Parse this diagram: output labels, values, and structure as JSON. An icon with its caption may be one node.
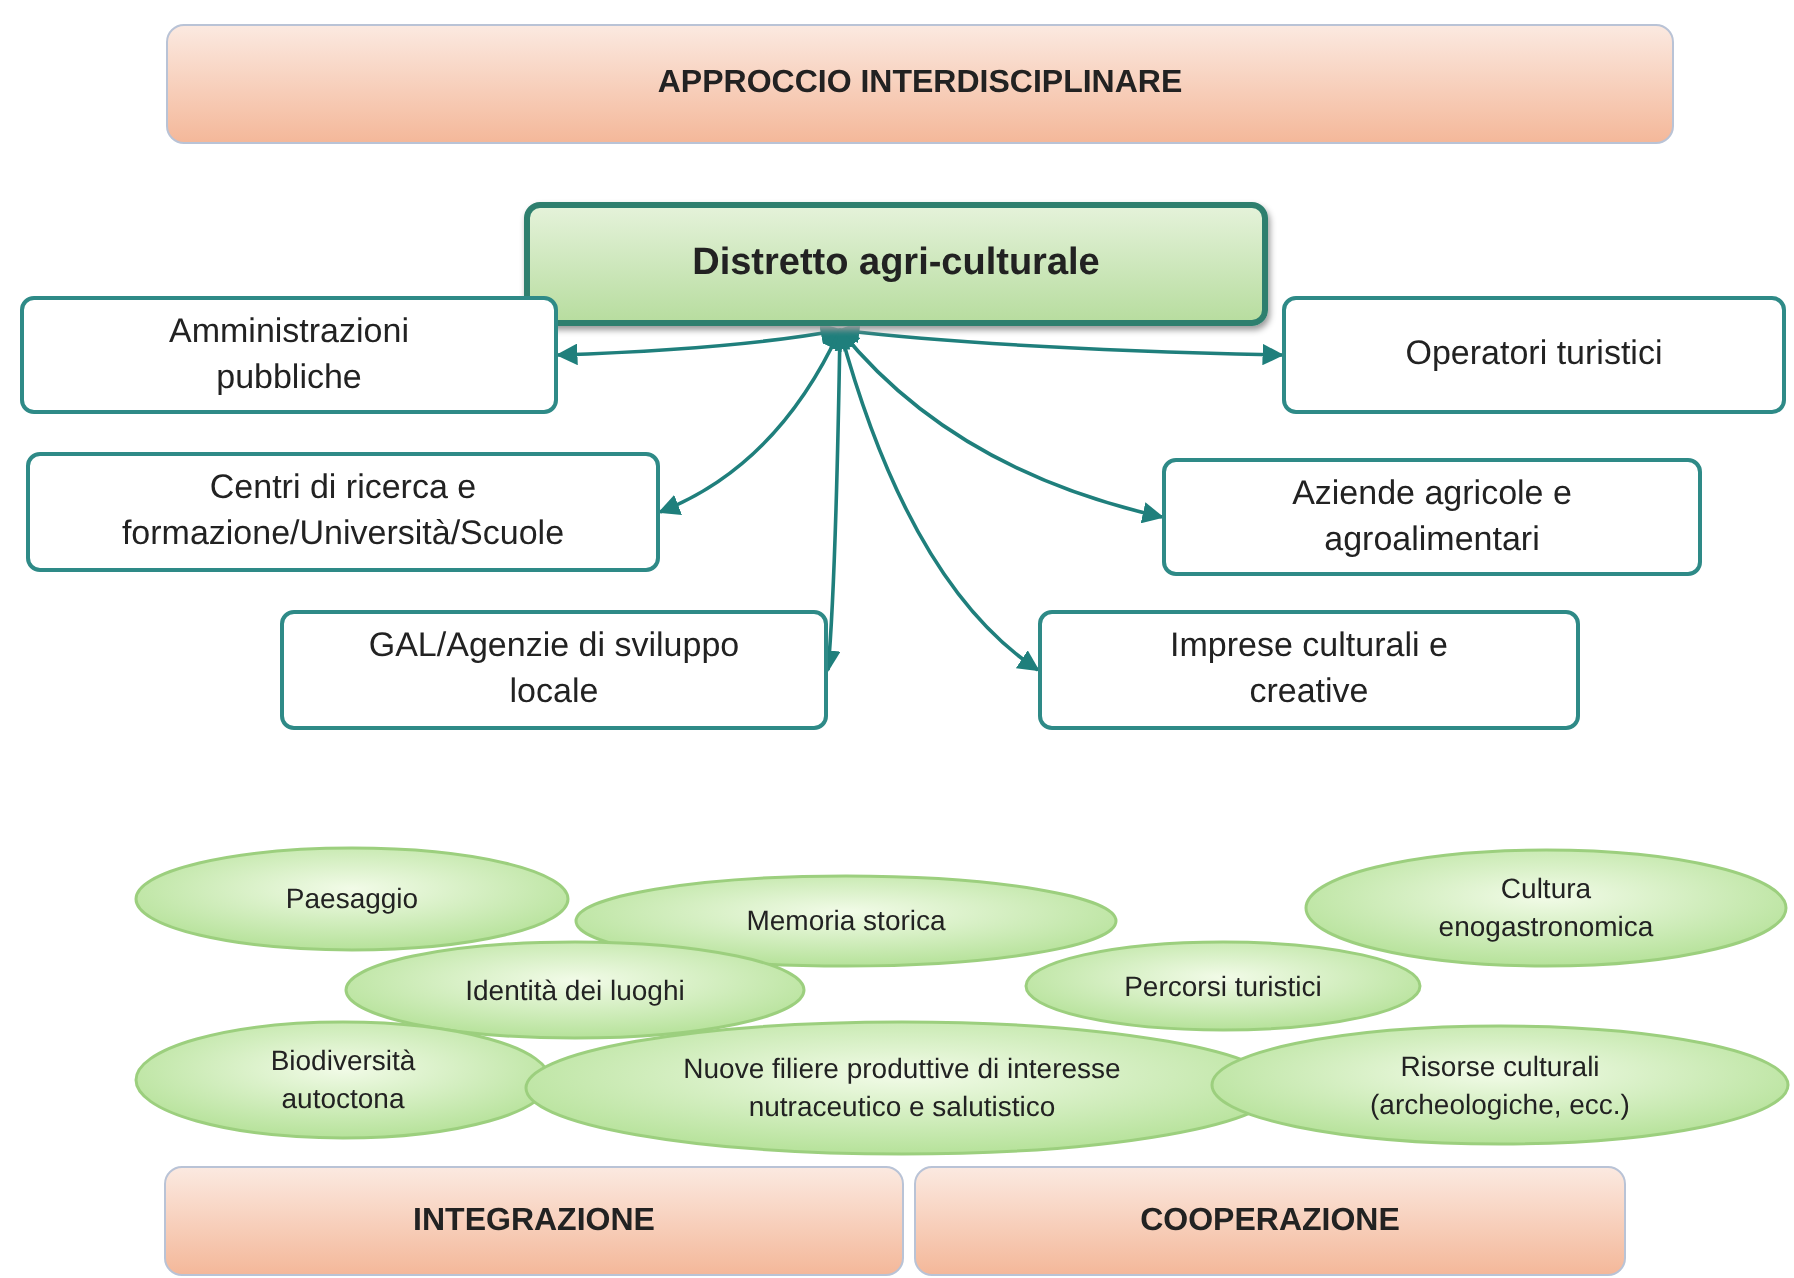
{
  "diagram": {
    "nodes": [
      {
        "text": [
          "APPROCCIO INTERDISCIPLINARE"
        ]
      },
      {
        "text": [
          "Distretto agri-culturale"
        ]
      },
      {
        "text": [
          "Amministrazioni pubbliche"
        ]
      },
      {
        "text": [
          "Operatori turistici"
        ]
      },
      {
        "text": [
          "Centri di ricerca e formazione/Università/Scuole"
        ]
      },
      {
        "text": [
          "Aziende agricole e agroalimentari"
        ]
      },
      {
        "text": [
          "GAL/Agenzie di sviluppo locale"
        ]
      },
      {
        "text": [
          "Imprese culturali e creative"
        ]
      },
      {
        "text": [
          "Paesaggio"
        ]
      },
      {
        "text": [
          "Memoria storica"
        ]
      },
      {
        "text": [
          "Cultura enogastronomica"
        ]
      },
      {
        "text": [
          "Identità dei luoghi"
        ]
      },
      {
        "text": [
          "Percorsi turistici"
        ]
      },
      {
        "text": [
          "Biodiversità autoctona"
        ]
      },
      {
        "text": [
          "Nuove filiere produttive di interesse nutraceutico e salutistico"
        ]
      },
      {
        "text": [
          "Risorse culturali (archeologiche, ecc.)"
        ]
      },
      {
        "text": [
          "INTEGRAZIONE"
        ]
      },
      {
        "text": [
          "COOPERAZIONE"
        ]
      }
    ],
    "edges": [
      {
        "from": 1,
        "to": 2,
        "arrow": "both"
      },
      {
        "from": 1,
        "to": 3,
        "arrow": "both"
      },
      {
        "from": 1,
        "to": 4,
        "arrow": "both"
      },
      {
        "from": 1,
        "to": 5,
        "arrow": "both"
      },
      {
        "from": 1,
        "to": 6,
        "arrow": "both"
      },
      {
        "from": 1,
        "to": 7,
        "arrow": "both"
      }
    ]
  }
}
